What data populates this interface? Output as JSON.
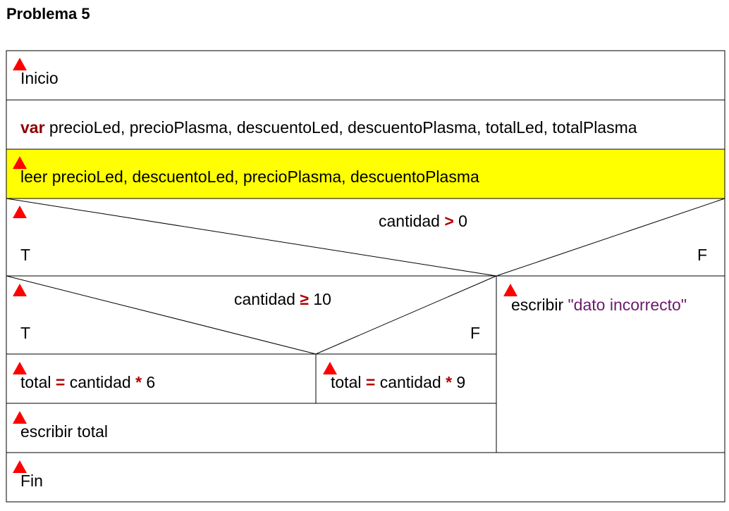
{
  "title": "Problema 5",
  "colors": {
    "highlight": "#ffff00",
    "keyword": "#8b0000",
    "string": "#6b1a6b",
    "marker": "#ff0000"
  },
  "blocks": {
    "inicio": "Inicio",
    "var_keyword": "var",
    "var_list": " precioLed, precioPlasma, descuentoLed, descuentoPlasma, totalLed, totalPlasma",
    "leer": "leer precioLed, descuentoLed, precioPlasma, descuentoPlasma",
    "cond1": {
      "left": "cantidad ",
      "op": ">",
      "right": " 0",
      "true_label": "T",
      "false_label": "F"
    },
    "cond2": {
      "left": "cantidad ",
      "op": "≥",
      "right": " 10",
      "true_label": "T",
      "false_label": "F"
    },
    "escribir_error": {
      "cmd": "escribir ",
      "text": "\"dato incorrecto\""
    },
    "total6": {
      "a": "total ",
      "eq": "=",
      "b": " cantidad ",
      "mul": "*",
      "c": " 6"
    },
    "total9": {
      "a": "total ",
      "eq": "=",
      "b": " cantidad ",
      "mul": "*",
      "c": " 9"
    },
    "escribir_total": "escribir total",
    "fin": "Fin"
  }
}
